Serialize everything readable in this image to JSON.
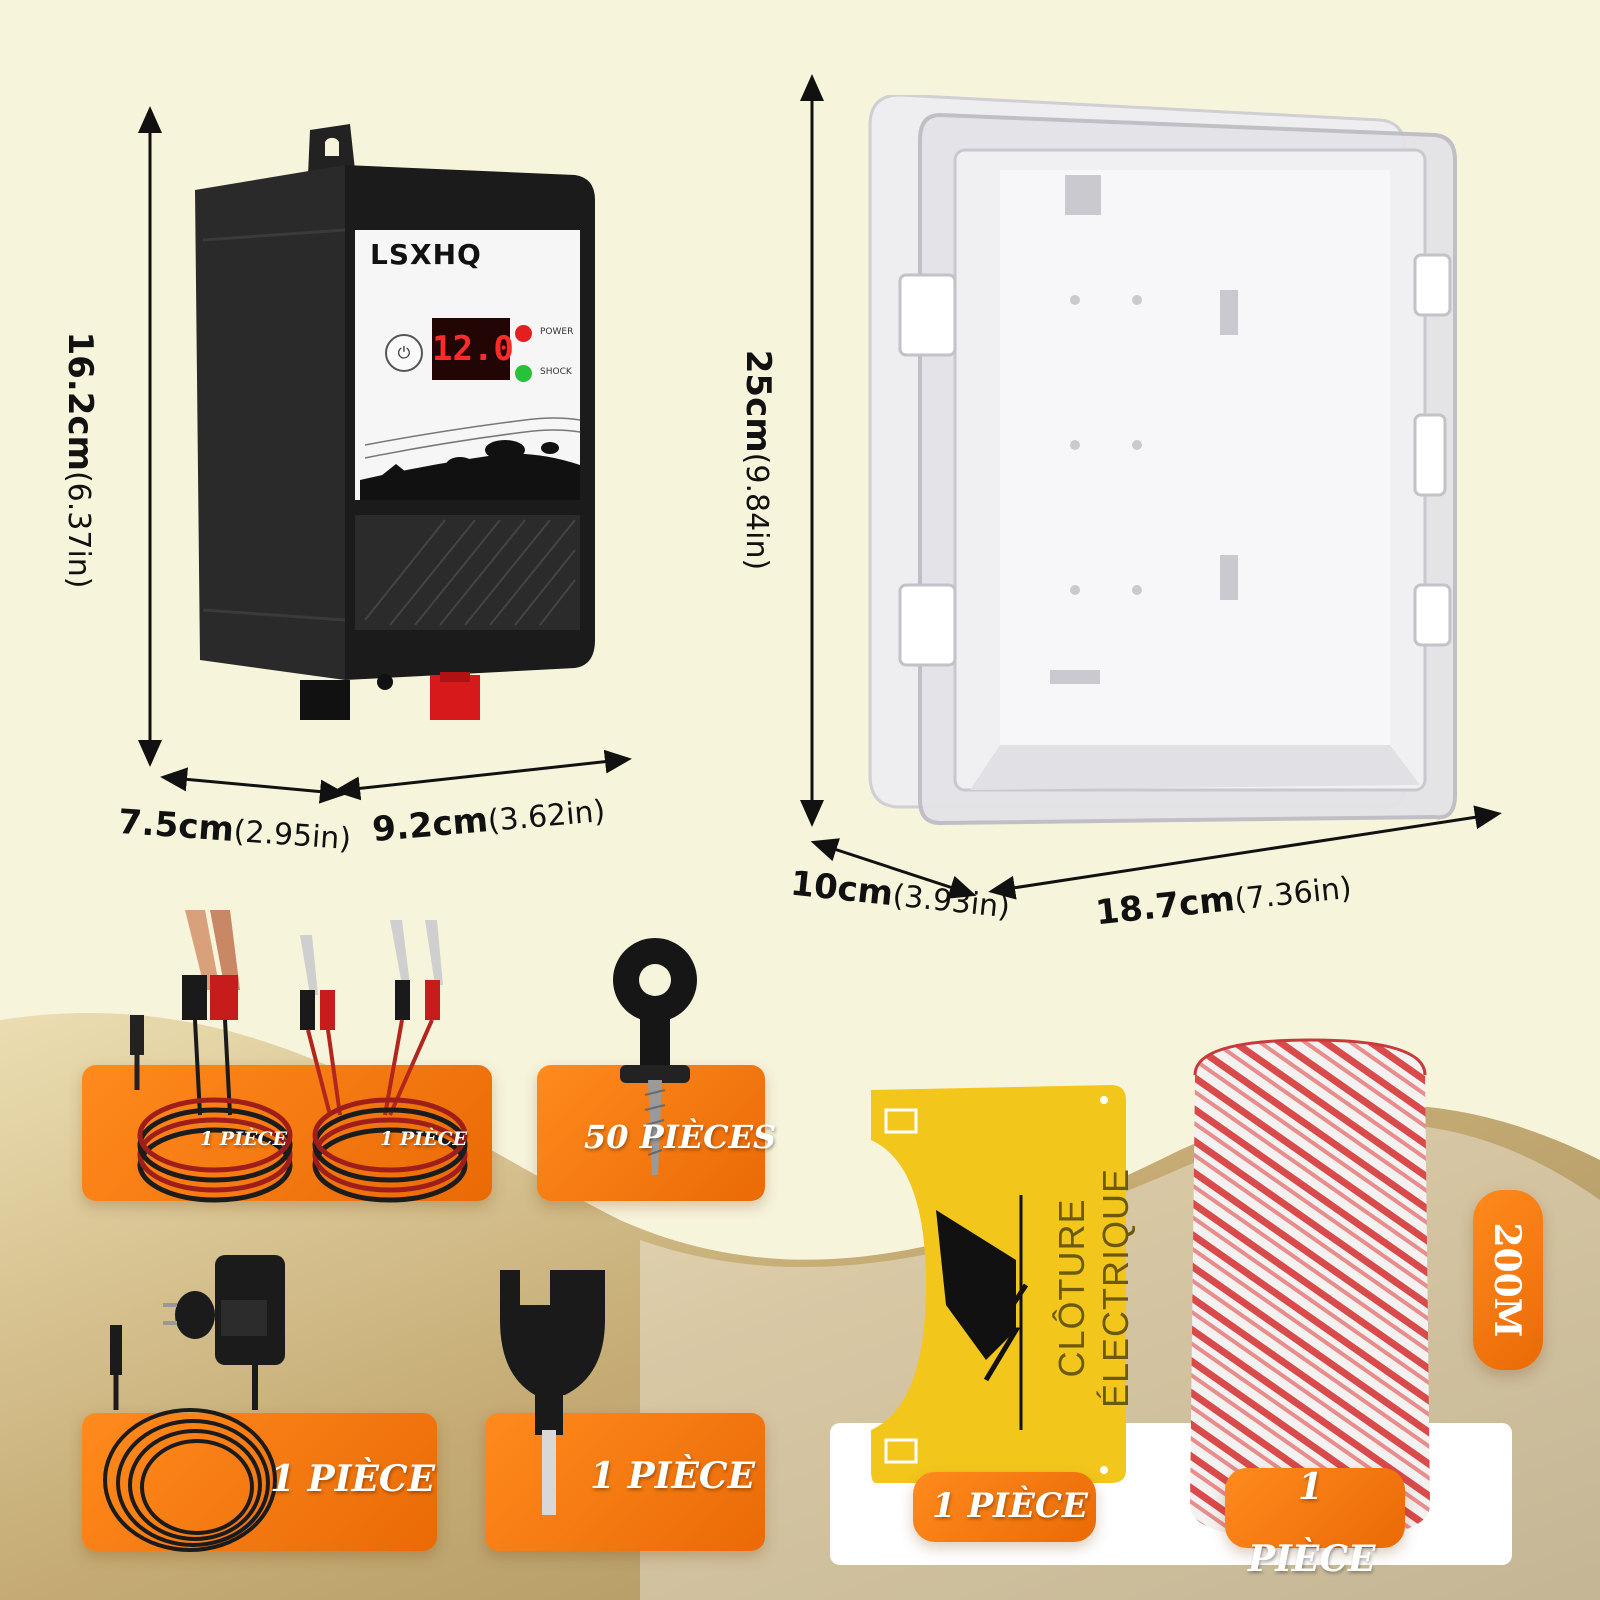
{
  "brand": "LSXHQ",
  "display_value": "12.0",
  "indicators": {
    "power": "POWER",
    "shock": "SHOCK"
  },
  "energizer_dims": {
    "height_cm": "16.2cm",
    "height_in": "(6.37in)",
    "depth_cm": "7.5cm",
    "depth_in": "(2.95in)",
    "width_cm": "9.2cm",
    "width_in": "(3.62in)"
  },
  "box_dims": {
    "height_cm": "25cm",
    "height_in": "(9.84in)",
    "depth_cm": "10cm",
    "depth_in": "(3.93in)",
    "width_cm": "18.7cm",
    "width_in": "(7.36in)"
  },
  "accessories": {
    "clip_cable_a": "1 PIÈCE",
    "clip_cable_b": "1 PIÈCE",
    "insulators": "50 PIÈCES",
    "adapter": "1 PIÈCE",
    "tool": "1 PIÈCE",
    "sign": "1 PIÈCE",
    "wire_qty": "1",
    "wire_unit": "PIÈCE",
    "wire_length": "200M"
  },
  "sign_text": {
    "line1": "CLÔTURE",
    "line2": "ÉLECTRIQUE"
  },
  "colors": {
    "background": "#f7f4dc",
    "accent": "#f47a10",
    "device": "#1d1d1d",
    "led_red": "#e51f1f",
    "led_green": "#27c23a"
  }
}
